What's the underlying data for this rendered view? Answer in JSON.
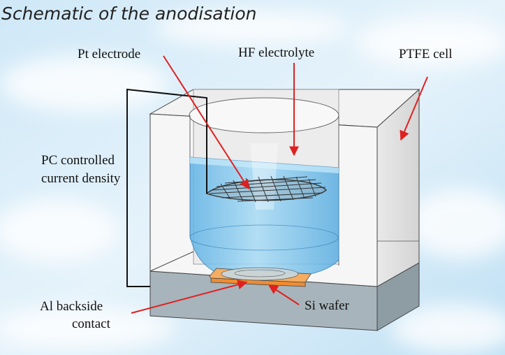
{
  "title": "Schematic of the anodisation",
  "labels": {
    "pt_electrode": "Pt electrode",
    "hf_electrolyte": "HF electrolyte",
    "ptfe_cell": "PTFE cell",
    "pc_line1": "PC controlled",
    "pc_line2": "current density",
    "al_line1": "Al backside",
    "al_line2": "contact",
    "si_wafer": "Si wafer"
  },
  "colors": {
    "arrow": "#e02020",
    "electrolyte": "#7ec8f0",
    "cell_wall": "#f4f4f4",
    "base": "#a9b7bf",
    "wafer": "#f4a24a",
    "mesh": "#3a3a3a"
  }
}
